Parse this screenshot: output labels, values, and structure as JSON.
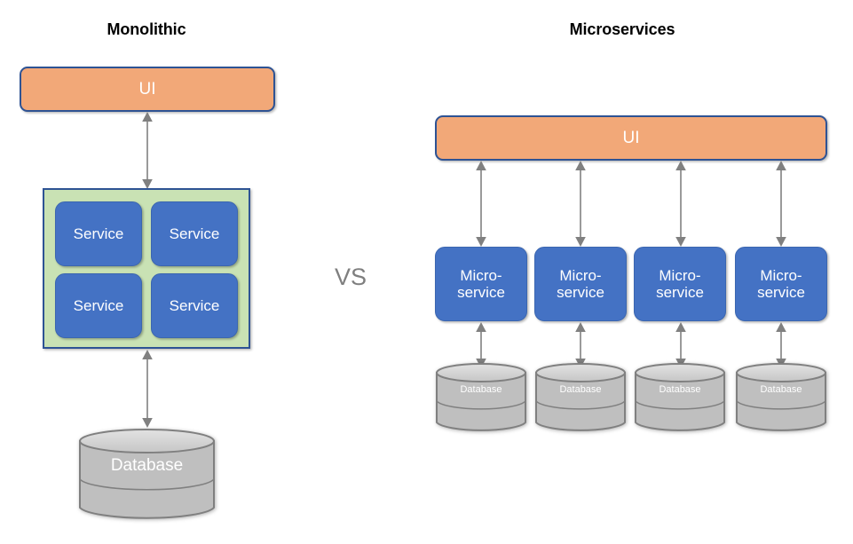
{
  "diagram": {
    "type": "comparison-architecture-diagram",
    "background_color": "#FFFFFF",
    "comparator_label": "VS",
    "colors": {
      "ui_fill": "#F2A878",
      "ui_border": "#2E5394",
      "service_fill": "#4472C4",
      "container_fill": "#C9E2B4",
      "container_border": "#2E5394",
      "database_fill": "#BFBFBF",
      "database_border": "#808080",
      "arrow": "#808080",
      "title_text": "#000000",
      "node_text": "#FFFFFF",
      "vs_text": "#7F7F7F"
    }
  },
  "monolithic": {
    "title": "Monolithic",
    "ui": {
      "label": "UI"
    },
    "container": {
      "services": [
        {
          "label": "Service"
        },
        {
          "label": "Service"
        },
        {
          "label": "Service"
        },
        {
          "label": "Service"
        }
      ]
    },
    "database": {
      "label": "Database"
    },
    "connectors": [
      {
        "name": "ui-to-services",
        "style": "double-arrow"
      },
      {
        "name": "services-to-database",
        "style": "double-arrow"
      }
    ]
  },
  "microservices": {
    "title": "Microservices",
    "ui": {
      "label": "UI"
    },
    "services": [
      {
        "label_line1": "Micro-",
        "label_line2": "service",
        "database": "Database"
      },
      {
        "label_line1": "Micro-",
        "label_line2": "service",
        "database": "Database"
      },
      {
        "label_line1": "Micro-",
        "label_line2": "service",
        "database": "Database"
      },
      {
        "label_line1": "Micro-",
        "label_line2": "service",
        "database": "Database"
      }
    ],
    "connectors": [
      {
        "name": "ui-to-microservice-1",
        "style": "double-arrow"
      },
      {
        "name": "ui-to-microservice-2",
        "style": "double-arrow"
      },
      {
        "name": "ui-to-microservice-3",
        "style": "double-arrow"
      },
      {
        "name": "ui-to-microservice-4",
        "style": "double-arrow"
      },
      {
        "name": "microservice-1-to-database-1",
        "style": "double-arrow"
      },
      {
        "name": "microservice-2-to-database-2",
        "style": "double-arrow"
      },
      {
        "name": "microservice-3-to-database-3",
        "style": "double-arrow"
      },
      {
        "name": "microservice-4-to-database-4",
        "style": "double-arrow"
      }
    ]
  }
}
